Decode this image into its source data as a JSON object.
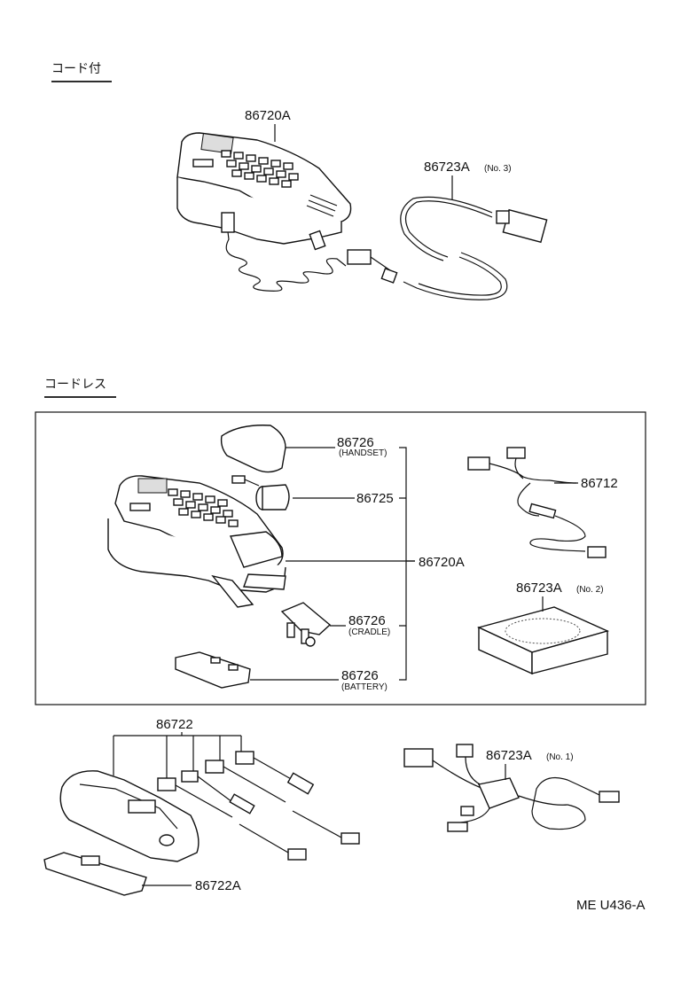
{
  "sections": {
    "corded": {
      "header": "コード付"
    },
    "cordless": {
      "header": "コードレス"
    }
  },
  "labels": {
    "p86720A_top": "86720A",
    "p86723A_no3": "86723A",
    "p86723A_no3_sub": "(No. 3)",
    "p86726_handset": "86726",
    "p86726_handset_sub": "(HANDSET)",
    "p86725": "86725",
    "p86720A_mid": "86720A",
    "p86726_cradle": "86726",
    "p86726_cradle_sub": "(CRADLE)",
    "p86726_battery": "86726",
    "p86726_battery_sub": "(BATTERY)",
    "p86712": "86712",
    "p86723A_no2": "86723A",
    "p86723A_no2_sub": "(No. 2)",
    "p86722": "86722",
    "p86722A": "86722A",
    "p86723A_no1": "86723A",
    "p86723A_no1_sub": "(No. 1)"
  },
  "footer": {
    "code": "ME U436-A"
  }
}
